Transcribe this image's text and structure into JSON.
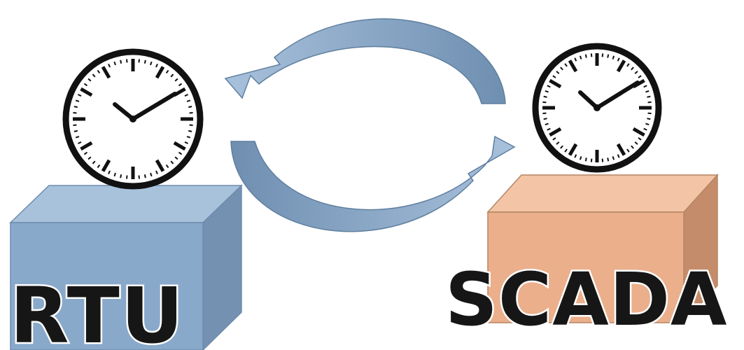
{
  "labels": {
    "rtu": "RTU",
    "scada": "SCADA"
  },
  "colors": {
    "rtu_box_front": "#89a9cb",
    "rtu_box_top": "#a9c2dc",
    "rtu_box_side": "#7591b1",
    "scada_box_front": "#ebaf8c",
    "scada_box_top": "#f3c4a6",
    "scada_box_side": "#c48c6a",
    "arrow": "#7e9dbf",
    "arrow_outline": "#5f7f9f"
  },
  "clocks": {
    "hour_hand_position": "10",
    "minute_hand_position": "10"
  }
}
